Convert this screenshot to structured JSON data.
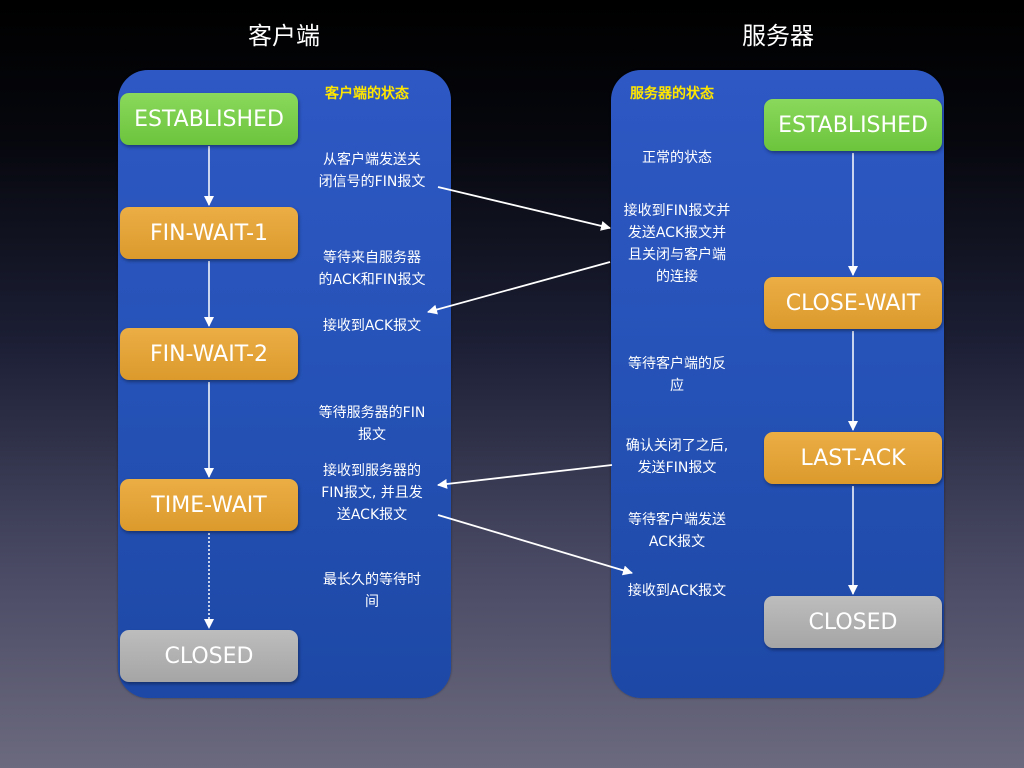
{
  "titles": {
    "client": "客户端",
    "server": "服务器"
  },
  "client_panel": {
    "heading": "客户端的状态",
    "states": {
      "established": "ESTABLISHED",
      "fin_wait_1": "FIN-WAIT-1",
      "fin_wait_2": "FIN-WAIT-2",
      "time_wait": "TIME-WAIT",
      "closed": "CLOSED"
    },
    "notes": {
      "send_fin": [
        "从客户端发送关",
        "闭信号的FIN报文"
      ],
      "wait_ack_fin": [
        "等待来自服务器",
        "的ACK和FIN报文"
      ],
      "recv_ack": [
        "接收到ACK报文"
      ],
      "wait_server_fin": [
        "等待服务器的FIN",
        "报文"
      ],
      "recv_server_fin": [
        "接收到服务器的",
        "FIN报文, 并且发",
        "送ACK报文"
      ],
      "max_wait": [
        "最长久的等待时",
        "间"
      ]
    }
  },
  "server_panel": {
    "heading": "服务器的状态",
    "states": {
      "established": "ESTABLISHED",
      "close_wait": "CLOSE-WAIT",
      "last_ack": "LAST-ACK",
      "closed": "CLOSED"
    },
    "notes": {
      "normal": [
        "正常的状态"
      ],
      "recv_fin": [
        "接收到FIN报文并",
        "发送ACK报文并",
        "且关闭与客户端",
        "的连接"
      ],
      "wait_client": [
        "等待客户端的反",
        "应"
      ],
      "confirm_close": [
        "确认关闭了之后,",
        "发送FIN报文"
      ],
      "wait_client_ack": [
        "等待客户端发送",
        "ACK报文"
      ],
      "recv_ack": [
        "接收到ACK报文"
      ]
    }
  },
  "colors": {
    "panel_blue": "#2653b8",
    "heading_yellow": "#ffe600",
    "established_green": "#6cc43c",
    "wait_orange": "#dc9a2c",
    "closed_gray": "#a5a5a5"
  }
}
